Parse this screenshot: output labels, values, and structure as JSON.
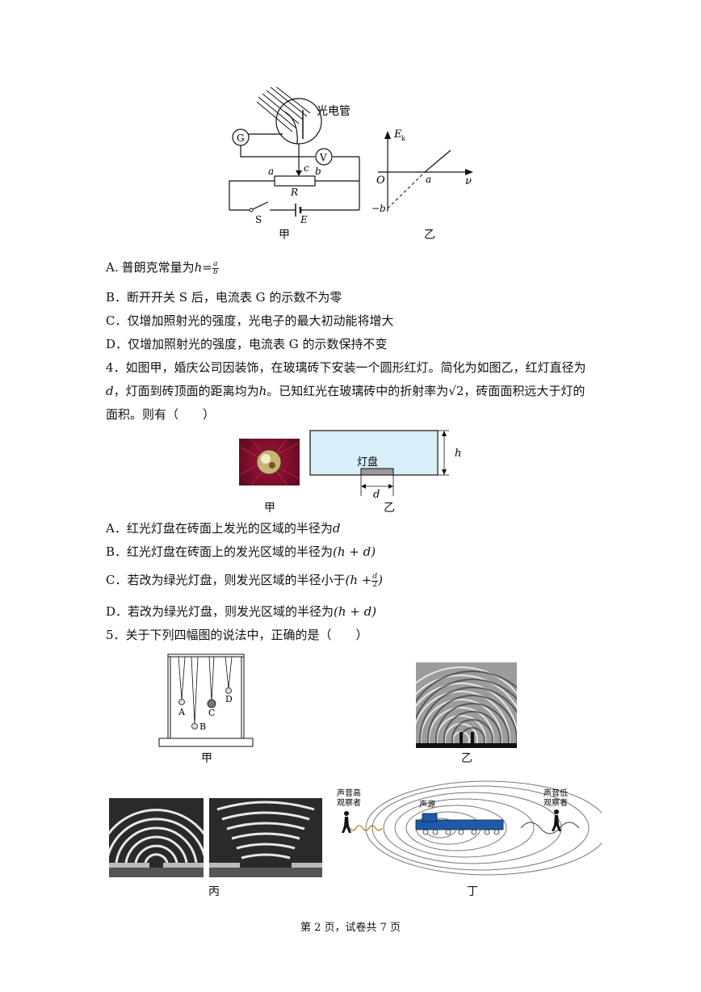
{
  "fig3": {
    "tube_label": "光电管",
    "galvanometer": "G",
    "voltmeter": "V",
    "point_a": "a",
    "point_b": "b",
    "point_c": "c",
    "resistor": "R",
    "switch": "S",
    "battery": "E",
    "caption_left": "甲",
    "graph_ylabel": "E",
    "graph_ysub": "k",
    "graph_origin": "O",
    "graph_xlabel": "ν",
    "graph_xint": "a",
    "graph_yint": "−b",
    "caption_right": "乙"
  },
  "q3_options": {
    "A_label": "A.",
    "A_text": "普朗克常量为",
    "A_h": "h",
    "A_eq": "=",
    "A_num": "a",
    "A_den": "b",
    "B": "B．断开开关 S 后，电流表 G 的示数不为零",
    "C": "C．仅增加照射光的强度，光电子的最大初动能将增大",
    "D": "D．仅增加照射光的强度，电流表 G 的示数保持不变"
  },
  "q4": {
    "line1": "4．如图甲，婚庆公司因装饰，在玻璃砖下安装一个圆形红灯。简化为如图乙，红灯直径为",
    "line2_a": "d",
    "line2_b": "，灯面到砖顶面的距离均为",
    "line2_c": "h",
    "line2_d": "。已知红光在玻璃砖中的折射率为",
    "line2_sqrt": "√2",
    "line2_e": "，砖面面积远大于灯的",
    "line3": "面积。则有（　　）",
    "fig_lamp": "灯盘",
    "fig_h": "h",
    "fig_d": "d",
    "caption_left": "甲",
    "caption_right": "乙",
    "A_pre": "A．红光灯盘在砖面上发光的区域的半径为",
    "A_var": "d",
    "B_pre": "B．红光灯盘在砖面上的发光区域的半径为",
    "B_expr": "(h + d)",
    "C_pre": "C．若改为绿光灯盘，则发光区域的半径小于",
    "C_open": "(h +",
    "C_num": "d",
    "C_den": "2",
    "C_close": ")",
    "D_pre": "D．若改为绿光灯盘，则发光区域的半径为",
    "D_expr": "(h + d)"
  },
  "q5": {
    "stem": "5．关于下列四幅图的说法中，正确的是（　　）",
    "ball_A": "A",
    "ball_B": "B",
    "ball_C": "C",
    "ball_D": "D",
    "caption_jia": "甲",
    "caption_yi": "乙",
    "caption_bing": "丙",
    "caption_ding": "丁",
    "observer_high_1": "声音高",
    "observer_high_2": "观察者",
    "source": "声源",
    "observer_low_1": "声音低",
    "observer_low_2": "观察者"
  },
  "footer": "第 2 页，试卷共 7 页"
}
